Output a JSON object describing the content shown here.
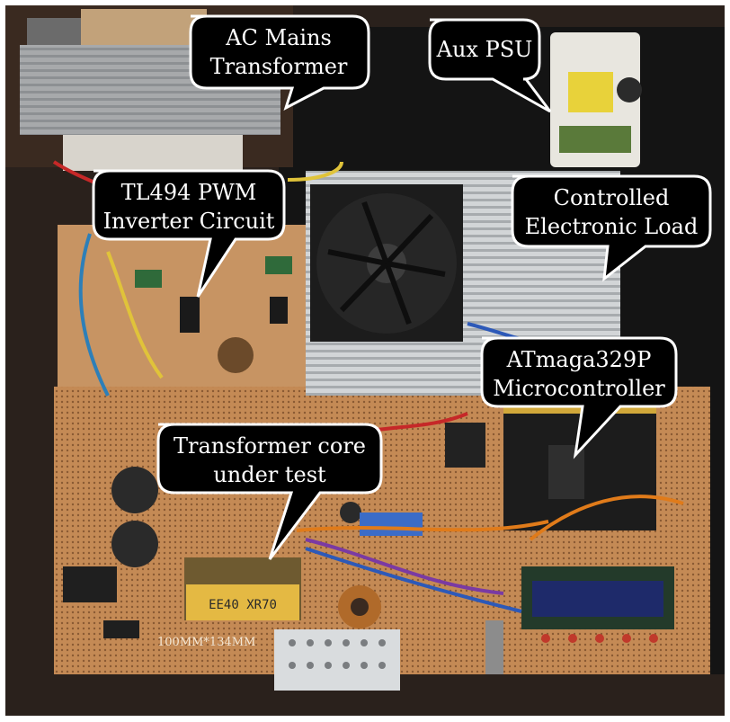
{
  "callouts": [
    {
      "id": "ac-mains",
      "lines": [
        "AC Mains",
        "Transformer"
      ]
    },
    {
      "id": "aux-psu",
      "lines": [
        "Aux PSU"
      ]
    },
    {
      "id": "tl494",
      "lines": [
        "TL494 PWM",
        "Inverter Circuit"
      ]
    },
    {
      "id": "load",
      "lines": [
        "Controlled",
        "Electronic Load"
      ]
    },
    {
      "id": "mcu",
      "lines": [
        "ATmaga329P",
        "Microcontroller"
      ]
    },
    {
      "id": "core",
      "lines": [
        "Transformer core",
        "under test"
      ]
    }
  ],
  "board_silkscreen": "100MM*134MM",
  "core_marking": "EE40 XR70",
  "colors": {
    "callout_fill": "#000000",
    "callout_text": "#ffffff",
    "pcb": "#c9915e",
    "heatsink": "#c7c9cc",
    "background": "#201814"
  }
}
